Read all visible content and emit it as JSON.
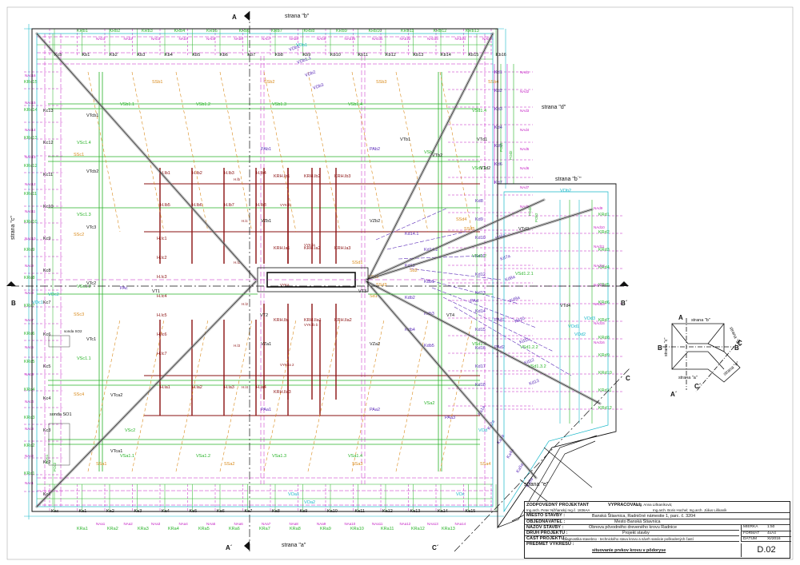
{
  "drawing": {
    "side_labels": {
      "a": "strana \"a\"",
      "b": "strana \"b\"",
      "c": "strana \"c\"",
      "d": "strana \"d\"",
      "e": "strana \"e\"",
      "b_prime": "strana \"b´\""
    },
    "section_marks": {
      "A": "A",
      "A_prime": "A´",
      "B": "B",
      "B_prime": "B´",
      "C": "C",
      "C_prime": "C´"
    },
    "probes": {
      "so1": "sonda SO1",
      "so2": "sonda SO2"
    },
    "labels": {
      "top_krb": [
        "KRb1",
        "KRb2",
        "KRb3",
        "KRb4",
        "KRb5",
        "KRb6",
        "KRb7",
        "KRb8",
        "KRb9",
        "KRb10",
        "KRb11",
        "KRb12",
        "KRb13"
      ],
      "top_kb": [
        "Kcb",
        "Kb1",
        "Kb2",
        "Kb3",
        "Kb4",
        "Kb5",
        "Kb6",
        "Kb7",
        "Kb8",
        "Kb9",
        "Kb10",
        "Kb11",
        "Kb12",
        "Kb13",
        "Kb14",
        "Kb15",
        "Kb16"
      ],
      "top_nab": [
        "NAb1",
        "NAb2",
        "NAb3",
        "NAb4",
        "NAb5",
        "NAb6",
        "NAb7",
        "NAb8",
        "NAb9",
        "NAb10",
        "NAb11",
        "NAb12",
        "NAb13",
        "NAb14",
        "NAb15"
      ],
      "bottom_kra": [
        "KRa1",
        "KRa2",
        "KRa3",
        "KRa4",
        "KRa5",
        "KRa6",
        "KRa7",
        "KRa8",
        "KRa9",
        "KRa10",
        "KRa11",
        "KRa12",
        "KRa13"
      ],
      "bottom_ka": [
        "Kac",
        "Ka1",
        "Ka2",
        "Ka3",
        "Ka4",
        "Ka5",
        "Ka6",
        "Ka7",
        "Ka8",
        "Ka9",
        "Ka10",
        "Ka11",
        "Ka12",
        "Ka13",
        "Ka14",
        "Ka15"
      ],
      "bottom_naa": [
        "NAa1",
        "NAa2",
        "NAa3",
        "NAa4",
        "NAa5",
        "NAa6",
        "NAa7",
        "NAa8",
        "NAa9",
        "NAa10",
        "NAa11",
        "NAa12",
        "NAa13",
        "NAa14"
      ],
      "left_kc": [
        "Kc13",
        "Kc12",
        "Kc11",
        "Kc10",
        "Kc9",
        "Kc8",
        "Kc7",
        "Kc6",
        "Kc5",
        "Kc4",
        "Kc3",
        "Kc2",
        "Kc1"
      ],
      "left_krc": [
        "KRc15",
        "KRc14",
        "KRc13",
        "KRc12",
        "KRc11",
        "KRc10",
        "KRc9",
        "KRc8",
        "KRc7",
        "KRc6",
        "KRc5",
        "KRc4",
        "KRc3",
        "KRc2",
        "KRc1"
      ],
      "left_nac": [
        "NAc16",
        "NAc15",
        "NAc14",
        "NAc13",
        "NAc12",
        "NAc11",
        "NAc10",
        "NAc9",
        "NAc8",
        "NAc7",
        "NAc6",
        "NAc5",
        "NAc4",
        "NAc3",
        "NAc2",
        "NAc1"
      ],
      "right_kd": [
        "Kd1",
        "Kd2",
        "Kd3",
        "Kd4",
        "Kd5",
        "Kd6",
        "Kd7",
        "Kd8",
        "Kd9",
        "Kd10",
        "Kd11",
        "Kd12",
        "Kd13",
        "Kd14",
        "Kd15",
        "Kd16",
        "Kd17",
        "Kd18"
      ],
      "right_krd": [
        "KRd1",
        "KRd2",
        "KRd3",
        "KRd4",
        "KRd5",
        "KRd6",
        "KRd7",
        "KRd8",
        "KRd9",
        "KRd10",
        "KRd11",
        "KRd12"
      ],
      "right_nad": [
        "NAd1",
        "NAd2",
        "NAd3",
        "NAd4",
        "NAd5",
        "NAd6",
        "NAd7",
        "NAd8",
        "NAd9",
        "NAd10",
        "NAd11",
        "NAd12",
        "NAd13",
        "NAd14",
        "NAd15",
        "NAd16"
      ],
      "vsb": [
        "VSb1.1",
        "VSb1.2",
        "VSb1.3",
        "VSb1.4",
        "VSb2"
      ],
      "vsa": [
        "VSa1.1",
        "VSa1.2",
        "VSa1.3",
        "VSa1.4",
        "VSa2"
      ],
      "vsc": [
        "VSc1.4",
        "VSc1.3",
        "VSc1.2",
        "VSc1.1",
        "VSc2"
      ],
      "vsd": [
        "VSd1.1",
        "VSd1.2",
        "VSd1.3"
      ],
      "ssb": [
        "SSb1",
        "SSb2",
        "SSb3",
        "SSb4"
      ],
      "ssa": [
        "SSa1",
        "SSa2",
        "SSa3",
        "SSa4"
      ],
      "ssc": [
        "SSc1",
        "SSc2",
        "SSc3",
        "SSc4"
      ],
      "vtc": [
        "VTcb1",
        "VTcb2",
        "VTc3",
        "VTc2",
        "VTc1",
        "VTca2",
        "VTca1"
      ],
      "vt": [
        "VT1",
        "VT2",
        "VT3",
        "VT4"
      ],
      "vz": [
        "VZb1",
        "VZb2",
        "VZa1",
        "VZa2"
      ],
      "pa": [
        "PAb1",
        "PAb2",
        "PAa1",
        "PAa2",
        "PAa3",
        "PAc",
        "PAd",
        "PAd1",
        "PAd2"
      ],
      "hlb": [
        "H.lb1",
        "H.lb2",
        "H.lb3",
        "H.lb4",
        "H.lb5",
        "H.lb6",
        "H.lb7",
        "H.lb8"
      ],
      "hla": [
        "H.la1",
        "H.la2",
        "H.la3",
        "H.la4"
      ],
      "hlc": [
        "H.lc1",
        "H.lc2",
        "H.lc3",
        "H.lc4",
        "H.lc5",
        "H.lc6",
        "H.lc7"
      ],
      "krh": [
        "KRH.lb1",
        "KRH.lb2",
        "KRH.lb3",
        "KRH.la1",
        "KRH.la2",
        "KRH.la3",
        "KRH.lb",
        "KRH.lla1",
        "KRH.lla2",
        "KRH.lla3"
      ],
      "vyk": [
        "VYK.lb",
        "VYK.la",
        "VYKa",
        "VYK.lb b",
        "VYK.la 2"
      ],
      "hla_hlb_misc": [
        "H.lb",
        "H.lc",
        "H.l1",
        "H.l2",
        "H.l3",
        "H.l4"
      ],
      "kd_special": [
        "Kd14.1",
        "Kd14.2",
        "Kd12",
        "Kdb1",
        "Kdb2",
        "Kdb3",
        "Kdb4",
        "Kdb5"
      ],
      "diag_ka": [
        "Ka1a",
        "Ka2a",
        "Ka3a",
        "Ka4a",
        "Ka5a",
        "Ka6a"
      ],
      "diag_kd": [
        "Kd6a",
        "Kd7a",
        "Kd8a",
        "Kd9a",
        "Kd10",
        "Kd11",
        "Kd12",
        "Kd13"
      ],
      "vdb": [
        "VDb1",
        "VDb1.1",
        "VDb2",
        "VDb3"
      ],
      "poc": [
        "POc1",
        "POc2",
        "POd1",
        "POd2",
        "POd3",
        "POb2"
      ],
      "vo": [
        "VOc1",
        "VOc2",
        "VOa1",
        "VOa2",
        "VOd1",
        "VOd2",
        "VOd3",
        "VOb1",
        "VOb2",
        "VOc",
        "VOd"
      ],
      "sd": [
        "Sd1",
        "Sd2",
        "SSd1",
        "SSd2",
        "SSd3",
        "SSd4",
        "SSd5"
      ],
      "td": [
        "VTd1",
        "VTd2",
        "VTd3",
        "VTd4",
        "VTb1",
        "VTb2"
      ],
      "vsd_misc": [
        "VSd1.2.1",
        "VSd1.2.2",
        "VSd1.3.2",
        "VSd1.4"
      ]
    }
  },
  "title_block": {
    "responsible_cap": "ZODPOVEDNÝ PROJEKTANT",
    "responsible_name": "Ing.arch. Peter Nižňanský reg.č. 1836AA",
    "prepared_cap": "VYPRACOVALI:",
    "prepared_1": "Ing. Anna Liškaníková;",
    "prepared_2": "Ing.arch. Boris Hochel; Ing.arch. Július Liškaník",
    "location_cap": "MIESTO STAVBY :",
    "location_val": "Banská Štiavnica, Radničné námestie 1, parc. č. 3204",
    "client_cap": "OBJEDNÁVATEĽ :",
    "client_val": "Mesto Banská Štiavnica",
    "building_cap": "NÁZOV STAVBY :",
    "building_val": "Obnova pôvodného dreveného krovu Radnice",
    "project_type_cap": "DRUH PROJEKTU :",
    "project_type_val": "Projekt stavby",
    "part_cap": "ČASŤ PROJEKTU :",
    "part_val": "Diagnostika stavebno - technického stavu krovu  a návrh sanácie poškodených častí",
    "subject_cap": "PREDMET VÝKRESU :",
    "subject_val": "situovanie prvkov krovu v pôdoryse",
    "scale_cap": "MIERKA",
    "scale_val": "1:50",
    "format_cap": "FORMÁT",
    "format_val": "4xA4",
    "date_cap": "DÁTUM",
    "date_val": "XI/2016",
    "drawing_no": "D.02"
  },
  "colors": {
    "green": "#27b327",
    "magenta": "#c41fc4",
    "violet": "#5a2ab8",
    "orange": "#d98a1a",
    "darkred": "#8a1010",
    "cyan": "#18b7c9",
    "black": "#111111",
    "grey": "#888888"
  }
}
